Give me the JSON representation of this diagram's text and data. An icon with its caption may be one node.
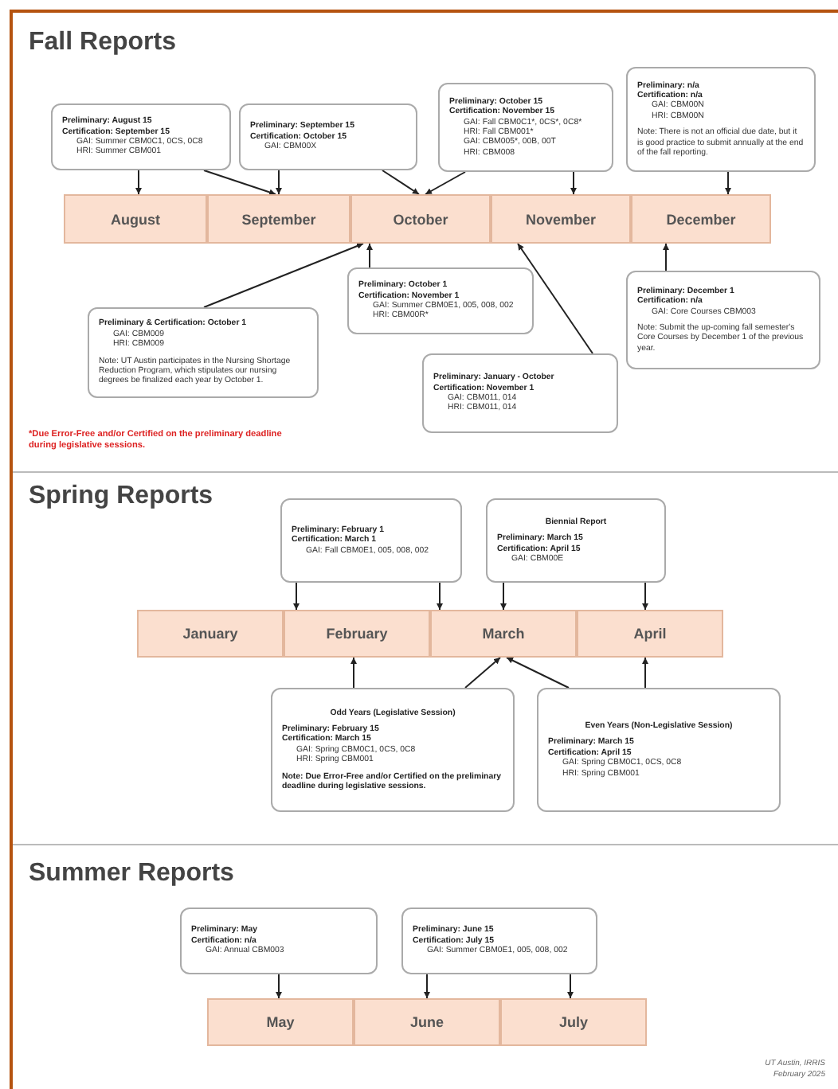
{
  "diagram": {
    "nodes": [
      {
        "text": [
          "Preliminary: August 15",
          "Certification: September 15",
          "GAI: Summer CBM0C1, 0CS, 0C8",
          "HRI: Summer CBM001"
        ]
      },
      {
        "text": [
          "Preliminary: September 15",
          "Certification: October 15",
          "GAI: CBM00X"
        ]
      },
      {
        "text": [
          "Preliminary: October 15",
          "Certification: November 15",
          "GAI: Fall CBM0C1*, 0CS*, 0C8*",
          "HRI: Fall CBM001*",
          "GAI: CBM005*, 00B, 00T",
          "HRI: CBM008"
        ]
      },
      {
        "text": [
          "Preliminary: n/a",
          "Certification: n/a",
          "GAI: CBM00N",
          "HRI: CBM00N",
          "Note: There is not an official due date, but it is good practice to submit annually at the end of the fall reporting."
        ]
      },
      {
        "text": [
          "August"
        ]
      },
      {
        "text": [
          "September"
        ]
      },
      {
        "text": [
          "October"
        ]
      },
      {
        "text": [
          "November"
        ]
      },
      {
        "text": [
          "December"
        ]
      },
      {
        "text": [
          "Preliminary & Certification: October 1",
          "GAI: CBM009",
          "HRI: CBM009",
          "Note: UT Austin participates in the Nursing Shortage Reduction Program, which stipulates our nursing degrees be finalized each year by October 1."
        ]
      },
      {
        "text": [
          "Preliminary: October 1",
          "Certification: November 1",
          "GAI: Summer CBM0E1, 005, 008, 002",
          "HRI: CBM00R*"
        ]
      },
      {
        "text": [
          "Preliminary: January - October",
          "Certification: November 1",
          "GAI: CBM011, 014",
          "HRI: CBM011, 014"
        ]
      },
      {
        "text": [
          "Preliminary: December 1",
          "Certification: n/a",
          "GAI: Core Courses CBM003",
          "Note: Submit the up-coming fall semester's Core Courses by December 1 of the previous year."
        ]
      },
      {
        "text": [
          "Preliminary: February 1",
          "Certification: March 1",
          "GAI: Fall CBM0E1, 005, 008, 002"
        ]
      },
      {
        "text": [
          "Biennial Report",
          "Preliminary: March 15",
          "Certification: April 15",
          "GAI: CBM00E"
        ]
      },
      {
        "text": [
          "January"
        ]
      },
      {
        "text": [
          "February"
        ]
      },
      {
        "text": [
          "March"
        ]
      },
      {
        "text": [
          "April"
        ]
      },
      {
        "text": [
          "Odd Years (Legislative Session)",
          "Preliminary: February 15",
          "Certification: March 15",
          "GAI: Spring CBM0C1, 0CS, 0C8",
          "HRI: Spring CBM001",
          "Note: Due Error-Free and/or Certified on the preliminary deadline during legislative sessions."
        ]
      },
      {
        "text": [
          "Even Years (Non-Legislative Session)",
          "Preliminary: March 15",
          "Certification: April 15",
          "GAI: Spring CBM0C1, 0CS, 0C8",
          "HRI: Spring CBM001"
        ]
      },
      {
        "text": [
          "Preliminary: May",
          "Certification: n/a",
          "GAI: Annual CBM003"
        ]
      },
      {
        "text": [
          "Preliminary: June 15",
          "Certification: July 15",
          "GAI: Summer CBM0E1, 005, 008, 002"
        ]
      },
      {
        "text": [
          "May"
        ]
      },
      {
        "text": [
          "June"
        ]
      },
      {
        "text": [
          "July"
        ]
      }
    ],
    "edges": [
      {
        "from": 0,
        "to": 4,
        "arrow": "to"
      },
      {
        "from": 0,
        "to": 5,
        "arrow": "to"
      },
      {
        "from": 1,
        "to": 5,
        "arrow": "to"
      },
      {
        "from": 1,
        "to": 6,
        "arrow": "to"
      },
      {
        "from": 2,
        "to": 6,
        "arrow": "to"
      },
      {
        "from": 2,
        "to": 7,
        "arrow": "to"
      },
      {
        "from": 3,
        "to": 8,
        "arrow": "to"
      },
      {
        "from": 9,
        "to": 6,
        "arrow": "to"
      },
      {
        "from": 10,
        "to": 6,
        "arrow": "to"
      },
      {
        "from": 11,
        "to": 7,
        "arrow": "to"
      },
      {
        "from": 12,
        "to": 8,
        "arrow": "to"
      },
      {
        "from": 13,
        "to": 16,
        "arrow": "to"
      },
      {
        "from": 13,
        "to": 17,
        "arrow": "to"
      },
      {
        "from": 14,
        "to": 17,
        "arrow": "to"
      },
      {
        "from": 14,
        "to": 18,
        "arrow": "to"
      },
      {
        "from": 19,
        "to": 16,
        "arrow": "to"
      },
      {
        "from": 19,
        "to": 17,
        "arrow": "to"
      },
      {
        "from": 20,
        "to": 17,
        "arrow": "to"
      },
      {
        "from": 20,
        "to": 18,
        "arrow": "to"
      },
      {
        "from": 21,
        "to": 23,
        "arrow": "to"
      },
      {
        "from": 22,
        "to": 24,
        "arrow": "to"
      },
      {
        "from": 22,
        "to": 25,
        "arrow": "to"
      }
    ],
    "labels": [
      "Fall Reports",
      "*Due Error-Free and/or Certified on the preliminary deadline during legislative sessions.",
      "Spring Reports",
      "Summer Reports",
      "UT Austin, IRRIS",
      "February 2025"
    ]
  }
}
